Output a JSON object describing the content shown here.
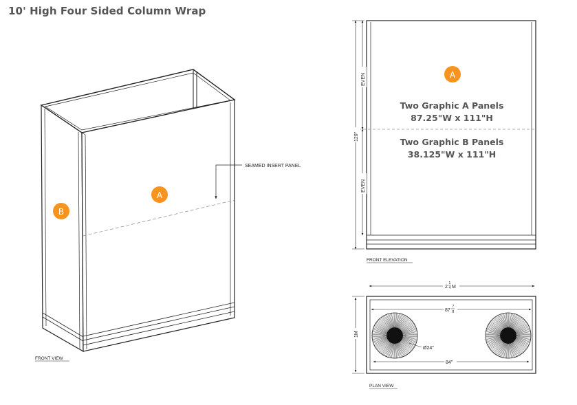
{
  "title": "10' High Four Sided Column Wrap",
  "colors": {
    "badge": "#F7941D",
    "text_gray": "#555555",
    "line": "#222222"
  },
  "front_view": {
    "caption": "FRONT VIEW",
    "callout": "SEAMED INSERT PANEL",
    "badge_a": "A",
    "badge_b": "B"
  },
  "front_elevation": {
    "caption": "FRONT ELEVATION",
    "badge": "A",
    "panel_a_title": "Two Graphic A Panels",
    "panel_a_size": "87.25\"W x 111\"H",
    "panel_b_title": "Two Graphic B Panels",
    "panel_b_size": "38.125\"W x 111\"H",
    "height_label": "120\"",
    "even_top": "EVEN",
    "even_bottom": "EVEN"
  },
  "plan_view": {
    "caption": "PLAN VIEW",
    "width_whole": "2",
    "width_num": "1",
    "width_den": "4",
    "width_unit": "M",
    "inner_whole": "87",
    "inner_num": "7",
    "inner_den": "8",
    "depth_label": "1M",
    "diameter_label": "Ø24\"",
    "spacing_label": "84\""
  }
}
